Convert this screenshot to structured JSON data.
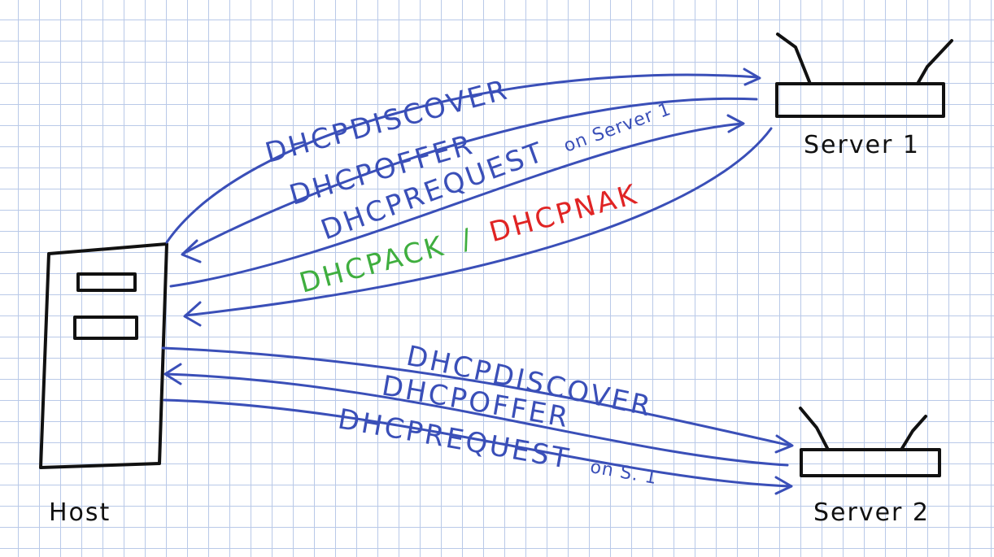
{
  "colors": {
    "ink": "#111111",
    "arrow": "#3a4fb8",
    "ack": "#3fae3f",
    "nak": "#e02424"
  },
  "nodes": {
    "host": {
      "label": "Host"
    },
    "server1": {
      "label": "Server 1"
    },
    "server2": {
      "label": "Server 2"
    }
  },
  "exchange1": {
    "discover": "DHCPDISCOVER",
    "offer": "DHCPOFFER",
    "request": "DHCPREQUEST",
    "request_note": "on Server 1",
    "ack": "DHCPACK",
    "separator": "/",
    "nak": "DHCPNAK"
  },
  "exchange2": {
    "discover": "DHCPDISCOVER",
    "offer": "DHCPOFFER",
    "request": "DHCPREQUEST",
    "request_note": "on S. 1"
  }
}
